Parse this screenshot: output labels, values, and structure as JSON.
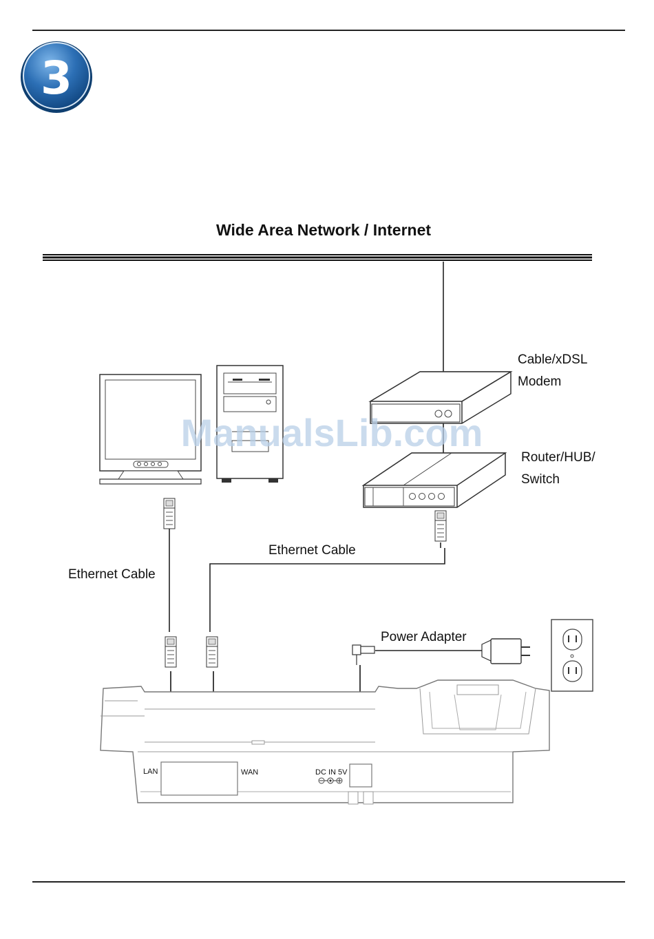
{
  "step_number": "3",
  "diagram": {
    "title": "Wide Area Network / Internet",
    "modem_label_line1": "Cable/xDSL",
    "modem_label_line2": "Modem",
    "router_label_line1": "Router/HUB/",
    "router_label_line2": "Switch",
    "ethernet_cable_right": "Ethernet Cable",
    "ethernet_cable_left": "Ethernet Cable",
    "power_adapter": "Power Adapter",
    "port_lan": "LAN",
    "port_wan": "WAN",
    "port_dc": "DC IN 5V"
  },
  "watermark": "ManualsLib.com",
  "colors": {
    "step_badge": "#1f5fa3",
    "step_badge_light": "#4f94d4",
    "watermark": "#b9cfe8"
  }
}
